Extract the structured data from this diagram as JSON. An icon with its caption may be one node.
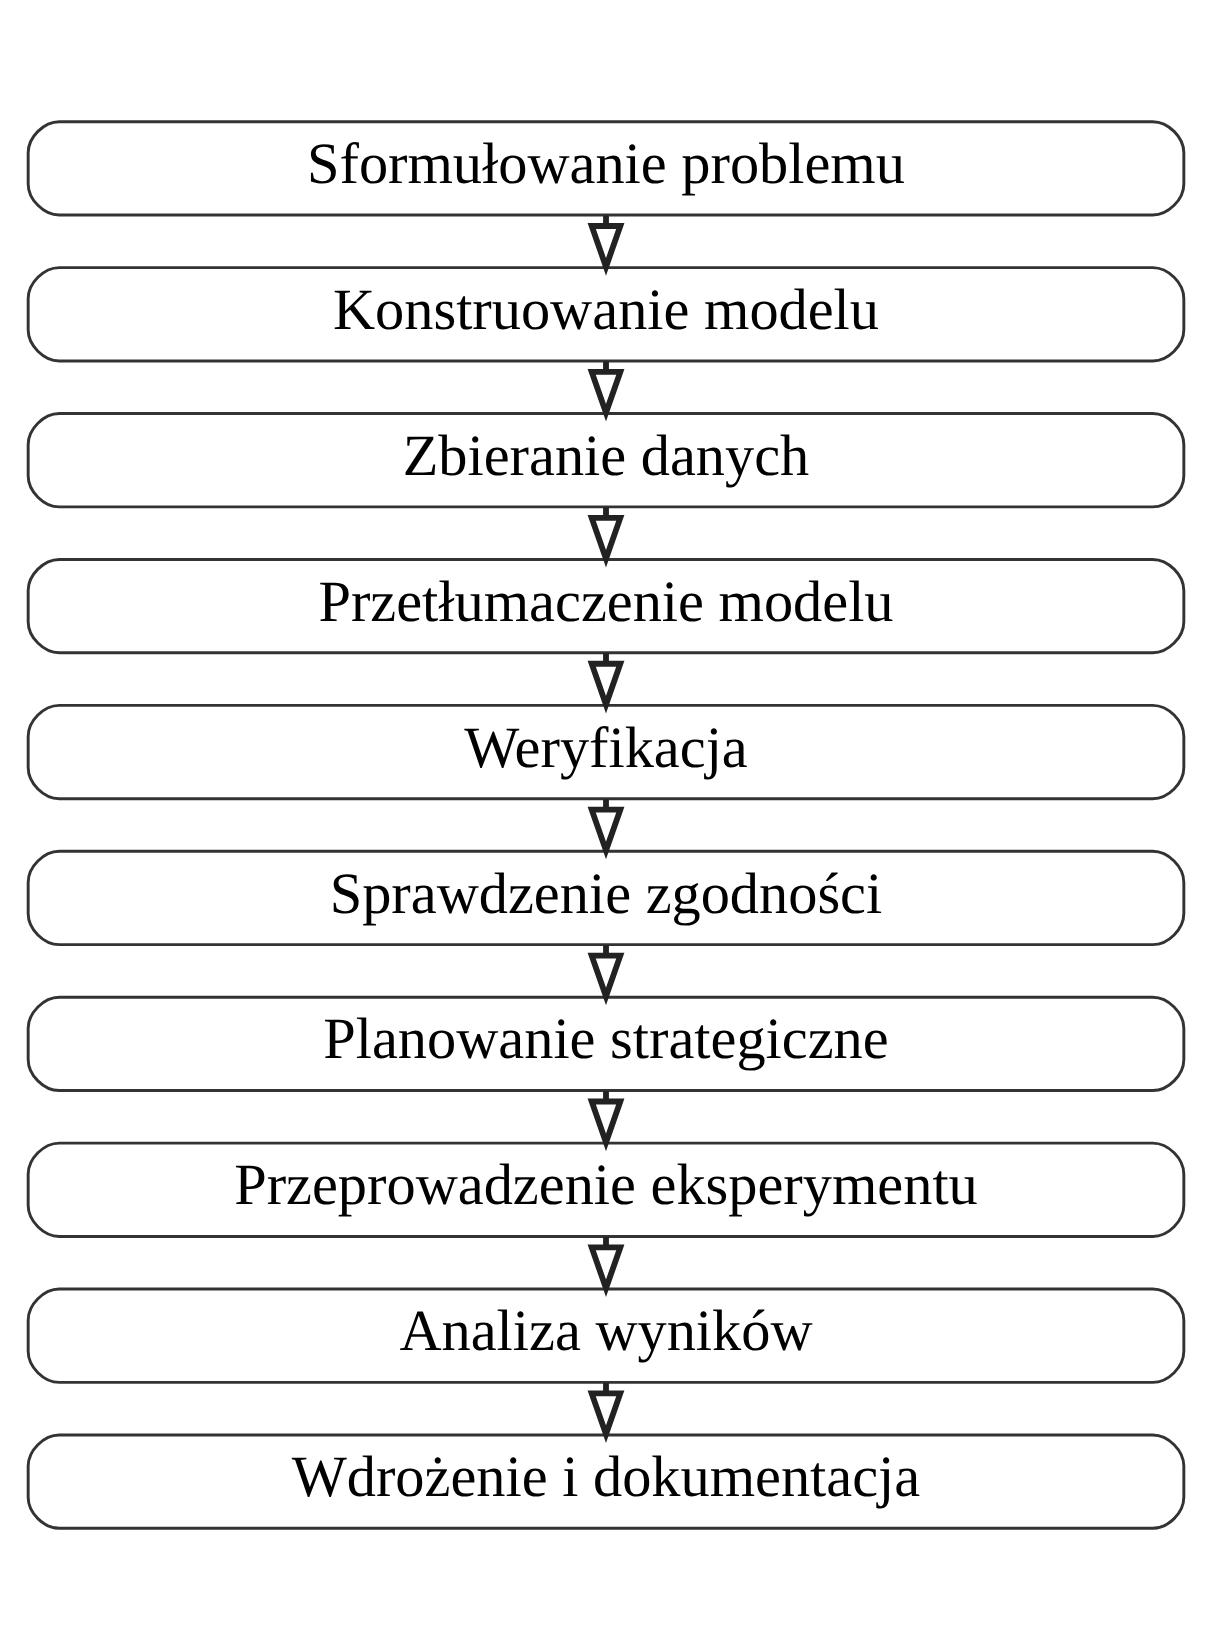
{
  "diagram": {
    "nodes": [
      {
        "text": [
          "Sformułowanie problemu"
        ]
      },
      {
        "text": [
          "Konstruowanie modelu"
        ]
      },
      {
        "text": [
          "Zbieranie danych"
        ]
      },
      {
        "text": [
          "Przetłumaczenie modelu"
        ]
      },
      {
        "text": [
          "Weryfikacja"
        ]
      },
      {
        "text": [
          "Sprawdzenie zgodności"
        ]
      },
      {
        "text": [
          "Planowanie strategiczne"
        ]
      },
      {
        "text": [
          "Przeprowadzenie eksperymentu"
        ]
      },
      {
        "text": [
          "Analiza wyników"
        ]
      },
      {
        "text": [
          "Wdrożenie i dokumentacja"
        ]
      }
    ],
    "edges": [
      {
        "from": 0,
        "to": 1,
        "arrow": "to"
      },
      {
        "from": 1,
        "to": 2,
        "arrow": "to"
      },
      {
        "from": 2,
        "to": 3,
        "arrow": "to"
      },
      {
        "from": 3,
        "to": 4,
        "arrow": "to"
      },
      {
        "from": 4,
        "to": 5,
        "arrow": "to"
      },
      {
        "from": 5,
        "to": 6,
        "arrow": "to"
      },
      {
        "from": 6,
        "to": 7,
        "arrow": "to"
      },
      {
        "from": 7,
        "to": 8,
        "arrow": "to"
      },
      {
        "from": 8,
        "to": 9,
        "arrow": "to"
      }
    ]
  }
}
